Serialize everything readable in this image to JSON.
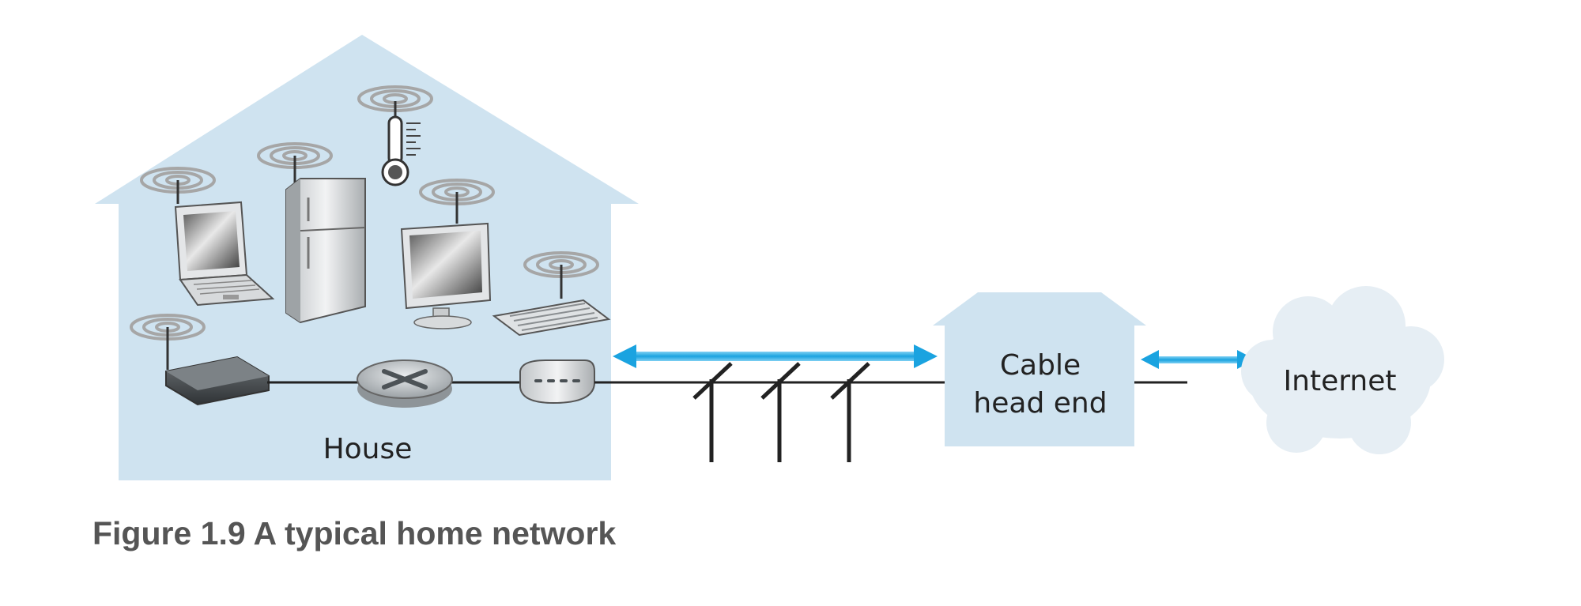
{
  "diagram": {
    "house_label": "House",
    "headend_line1": "Cable",
    "headend_line2": "head end",
    "cloud_label": "Internet"
  },
  "caption": "Figure 1.9 A typical home network",
  "colors": {
    "house_fill": "#cfe3f0",
    "arrow_blue": "#1aa3e0",
    "cloud_fill": "#e6eef4"
  }
}
